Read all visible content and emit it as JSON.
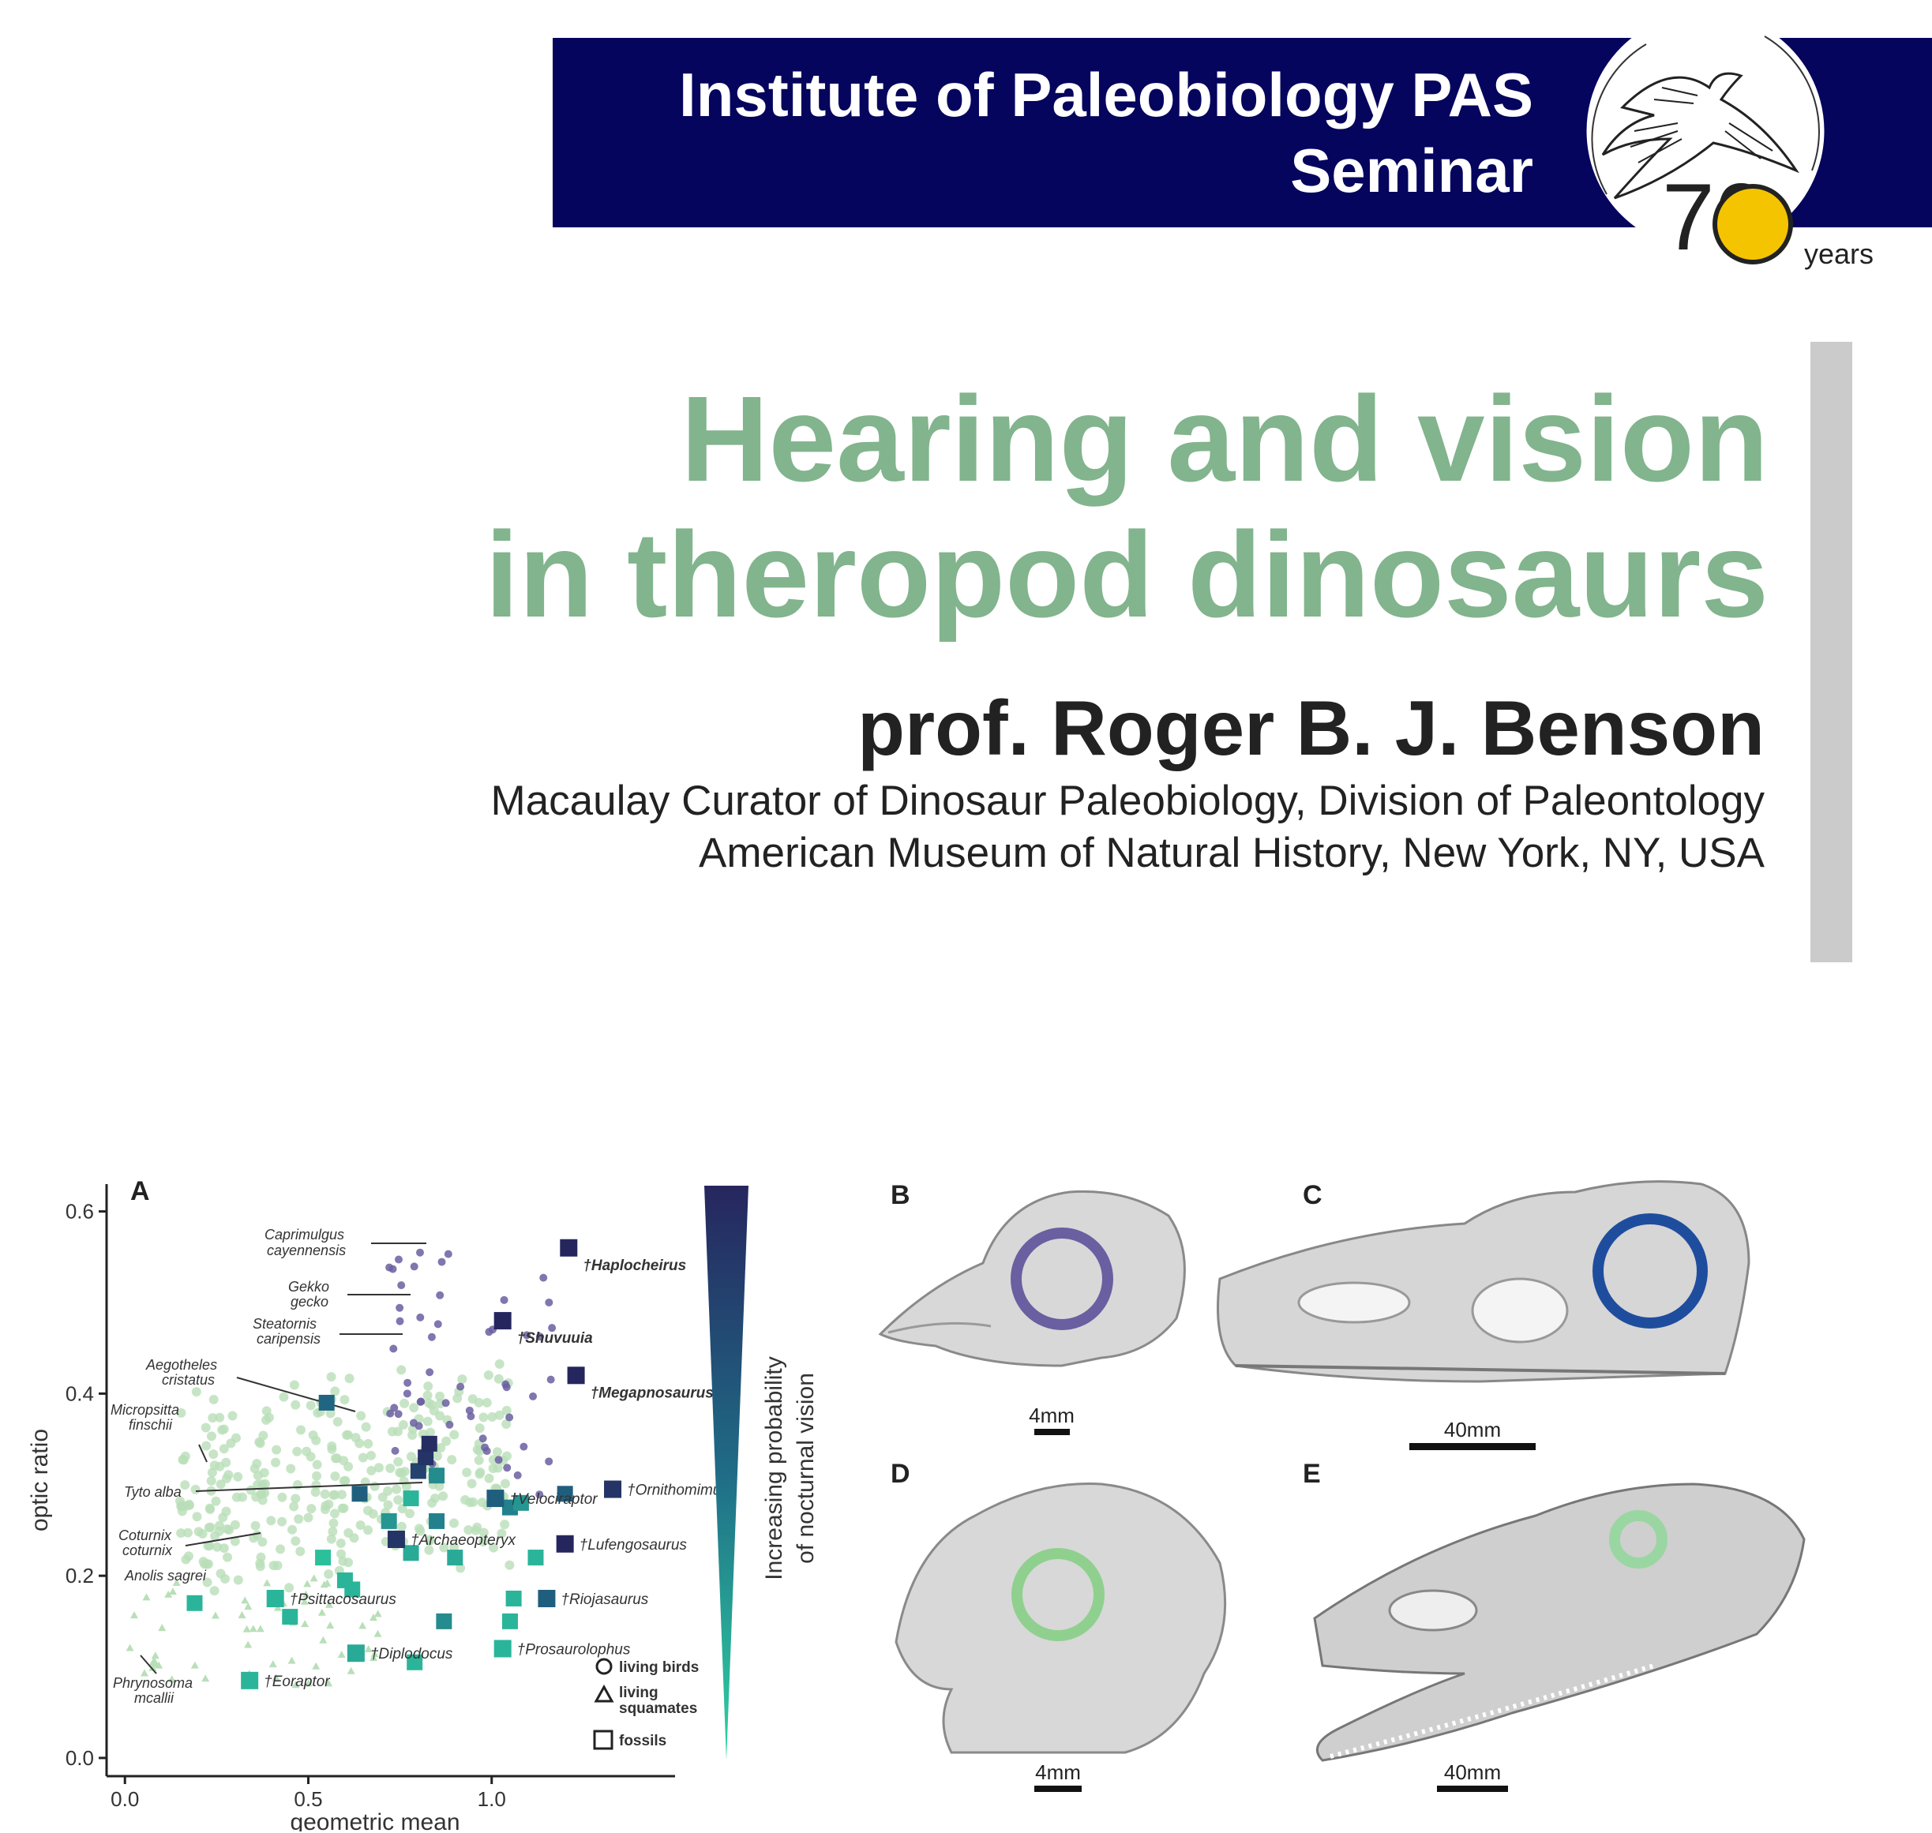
{
  "header": {
    "institute_line1": "Institute of Paleobiology PAS",
    "institute_line2": "Seminar",
    "band_color": "#05055e",
    "logo": {
      "anniversary_number": "70",
      "anniversary_word": "years",
      "icon": "bird-fossil-logo-icon",
      "sun_color": "#f5c400"
    }
  },
  "seminar": {
    "title_line1": "Hearing and vision",
    "title_line2": "in theropod dinosaurs",
    "title_color": "#82b48d",
    "speaker": "prof. Roger B. J. Benson",
    "affiliation_line1": "Macaulay Curator of Dinosaur Paleobiology, Division of Paleontology",
    "affiliation_line2": "American Museum of Natural History, New York, NY, USA"
  },
  "figure": {
    "panel_labels": [
      "A",
      "B",
      "C",
      "D",
      "E"
    ],
    "scale_bars": [
      "4mm",
      "40mm",
      "4mm",
      "40mm"
    ],
    "gradient_label_line1": "Increasing probability",
    "gradient_label_line2": "of nocturnal vision",
    "legend": [
      "living birds",
      "living",
      "squamates",
      "fossils"
    ],
    "chart_data": {
      "type": "scatter",
      "xlabel": "geometric mean",
      "ylabel": "optic ratio",
      "xlim": [
        -0.05,
        1.5
      ],
      "ylim": [
        -0.02,
        0.63
      ],
      "xticks": [
        "0.0",
        "0.5",
        "1.0"
      ],
      "yticks": [
        "0.0",
        "0.2",
        "0.4",
        "0.6"
      ],
      "xtick_values": [
        0,
        0.5,
        1.0
      ],
      "ytick_values": [
        0,
        0.2,
        0.4,
        0.6
      ],
      "labeled_fossils": [
        {
          "label": "†Haplocheirus",
          "x": 1.21,
          "y": 0.56,
          "p": 1.0
        },
        {
          "label": "†Shuvuuia",
          "x": 1.03,
          "y": 0.48,
          "p": 1.0
        },
        {
          "label": "†Megapnosaurus",
          "x": 1.23,
          "y": 0.42,
          "p": 1.0
        },
        {
          "label": "†Velociraptor",
          "x": 1.01,
          "y": 0.285,
          "p": 0.6
        },
        {
          "label": "†Ornithomimus",
          "x": 1.33,
          "y": 0.295,
          "p": 0.9
        },
        {
          "label": "†Lufengosaurus",
          "x": 1.2,
          "y": 0.235,
          "p": 1.0
        },
        {
          "label": "†Archaeopteryx",
          "x": 0.74,
          "y": 0.24,
          "p": 0.9
        },
        {
          "label": "†Riojasaurus",
          "x": 1.15,
          "y": 0.175,
          "p": 0.6
        },
        {
          "label": "†Prosaurolophus",
          "x": 1.03,
          "y": 0.12,
          "p": 0.15
        },
        {
          "label": "†Psittacosaurus",
          "x": 0.41,
          "y": 0.175,
          "p": 0.15
        },
        {
          "label": "†Diplodocus",
          "x": 0.63,
          "y": 0.115,
          "p": 0.2
        },
        {
          "label": "†Eoraptor",
          "x": 0.34,
          "y": 0.085,
          "p": 0.15
        }
      ],
      "other_fossils": [
        {
          "x": 0.55,
          "y": 0.39,
          "p": 0.55
        },
        {
          "x": 0.64,
          "y": 0.29,
          "p": 0.6
        },
        {
          "x": 0.72,
          "y": 0.26,
          "p": 0.3
        },
        {
          "x": 0.78,
          "y": 0.285,
          "p": 0.15
        },
        {
          "x": 0.8,
          "y": 0.315,
          "p": 0.8
        },
        {
          "x": 0.85,
          "y": 0.31,
          "p": 0.35
        },
        {
          "x": 0.85,
          "y": 0.26,
          "p": 0.4
        },
        {
          "x": 0.82,
          "y": 0.33,
          "p": 0.9
        },
        {
          "x": 0.83,
          "y": 0.345,
          "p": 0.95
        },
        {
          "x": 0.78,
          "y": 0.225,
          "p": 0.2
        },
        {
          "x": 0.54,
          "y": 0.22,
          "p": 0.1
        },
        {
          "x": 0.6,
          "y": 0.195,
          "p": 0.15
        },
        {
          "x": 0.62,
          "y": 0.185,
          "p": 0.15
        },
        {
          "x": 0.19,
          "y": 0.17,
          "p": 0.15
        },
        {
          "x": 0.45,
          "y": 0.155,
          "p": 0.15
        },
        {
          "x": 0.9,
          "y": 0.22,
          "p": 0.2
        },
        {
          "x": 0.87,
          "y": 0.15,
          "p": 0.35
        },
        {
          "x": 0.79,
          "y": 0.105,
          "p": 0.15
        },
        {
          "x": 1.05,
          "y": 0.275,
          "p": 0.4
        },
        {
          "x": 1.08,
          "y": 0.28,
          "p": 0.3
        },
        {
          "x": 1.05,
          "y": 0.15,
          "p": 0.15
        },
        {
          "x": 1.06,
          "y": 0.175,
          "p": 0.15
        },
        {
          "x": 1.12,
          "y": 0.22,
          "p": 0.15
        },
        {
          "x": 1.2,
          "y": 0.29,
          "p": 0.6
        }
      ],
      "species_annotations": [
        "Caprimulgus",
        "cayennensis",
        "Gekko",
        "gecko",
        "Steatornis",
        "caripensis",
        "Aegotheles",
        "cristatus",
        "Micropsitta",
        "finschii",
        "Tyto alba",
        "Coturnix",
        "coturnix",
        "Anolis sagrei",
        "Phrynosoma",
        "mcallii"
      ]
    }
  }
}
